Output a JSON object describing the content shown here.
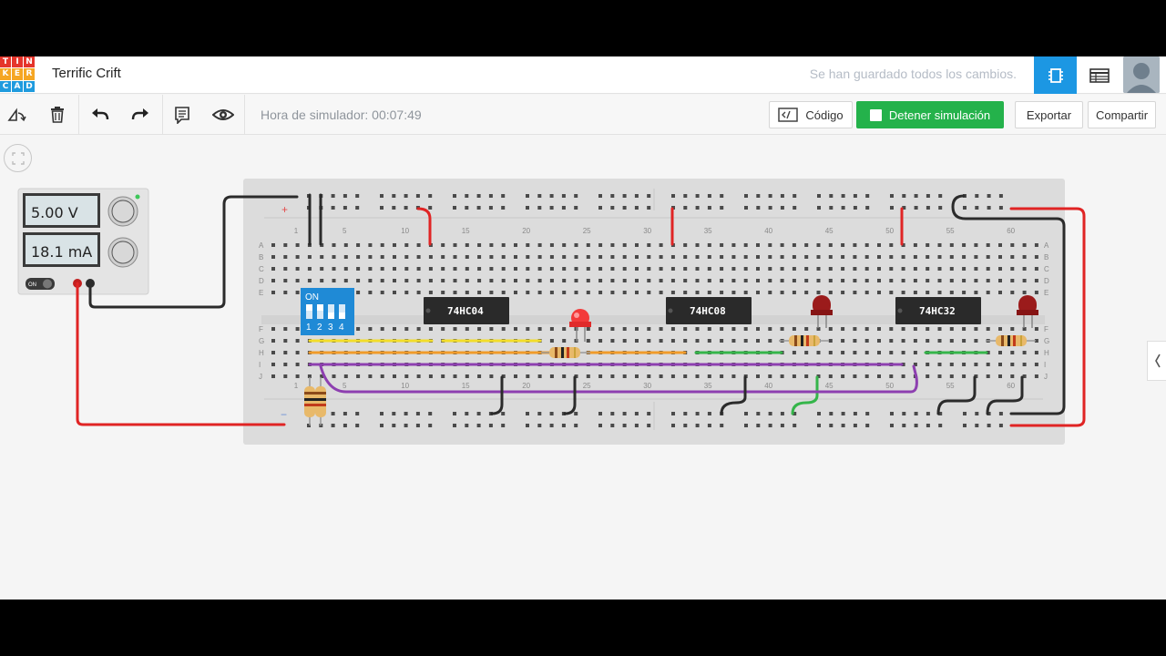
{
  "app": {
    "project_title": "Terrific Crift",
    "save_status": "Se han guardado todos los cambios."
  },
  "logo": {
    "letters": [
      "T",
      "I",
      "N",
      "K",
      "E",
      "R",
      "C",
      "A",
      "D"
    ],
    "colors": [
      "#e5352b",
      "#e5352b",
      "#e5352b",
      "#f5a623",
      "#f5a623",
      "#f5a623",
      "#1f9bde",
      "#1f9bde",
      "#1f9bde"
    ]
  },
  "toolbar": {
    "simulator_time_label": "Hora de simulador: 00:07:49",
    "code_label": "Código",
    "stop_label": "Detener simulación",
    "export_label": "Exportar",
    "share_label": "Compartir"
  },
  "colors": {
    "accent_blue": "#1c97e3",
    "stop_green": "#24b24b",
    "wire_red": "#e02424",
    "wire_black": "#2b2b2b",
    "wire_yellow": "#f2dd2a",
    "wire_orange": "#f09b2a",
    "wire_green": "#35b54a",
    "wire_purple": "#8d3fb0"
  },
  "power_supply": {
    "voltage": "5.00 V",
    "current": "18.1 mA",
    "switch_label": "ON"
  },
  "breadboard": {
    "column_numbers": [
      "1",
      "5",
      "10",
      "15",
      "20",
      "25",
      "30",
      "35",
      "40",
      "45",
      "50",
      "55",
      "60"
    ],
    "row_letters_top": [
      "A",
      "B",
      "C",
      "D",
      "E"
    ],
    "row_letters_bottom": [
      "F",
      "G",
      "H",
      "I",
      "J"
    ],
    "plus_sign": "+",
    "minus_sign": "−"
  },
  "dip_switch": {
    "label": "ON",
    "numbers": [
      "1",
      "2",
      "3",
      "4"
    ]
  },
  "chips": [
    {
      "name": "74HC04"
    },
    {
      "name": "74HC08"
    },
    {
      "name": "74HC32"
    }
  ]
}
